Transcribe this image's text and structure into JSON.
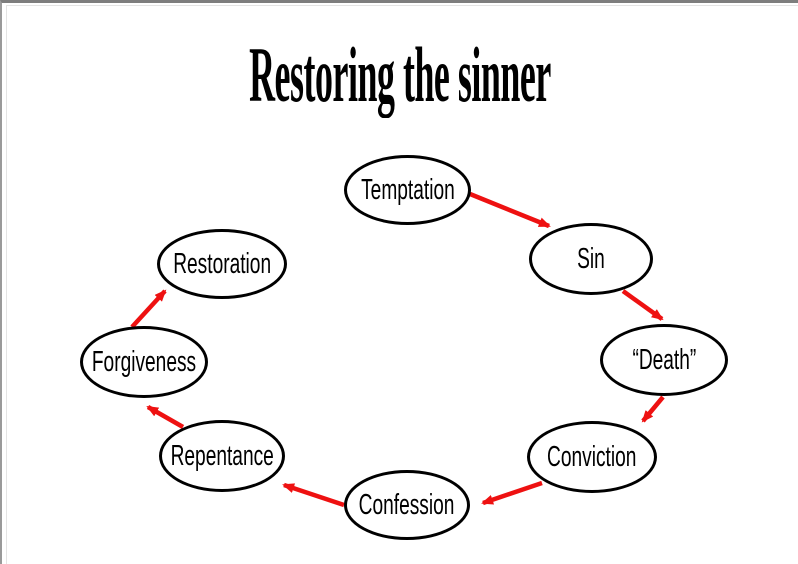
{
  "slide": {
    "title": "Restoring the sinner",
    "background_color": "#ffffff",
    "frame_color": "#7e7e7e"
  },
  "diagram": {
    "type": "cycle",
    "arrow_color": "#ee1111",
    "node_border_color": "#000000",
    "node_fill_color": "#ffffff",
    "nodes": [
      {
        "id": "temptation",
        "label": "Temptation"
      },
      {
        "id": "sin",
        "label": "Sin"
      },
      {
        "id": "death",
        "label": "“Death”"
      },
      {
        "id": "conviction",
        "label": "Conviction"
      },
      {
        "id": "confession",
        "label": "Confession"
      },
      {
        "id": "repentance",
        "label": "Repentance"
      },
      {
        "id": "forgiveness",
        "label": "Forgiveness"
      },
      {
        "id": "restoration",
        "label": "Restoration"
      }
    ],
    "edges": [
      {
        "from": "temptation",
        "to": "sin"
      },
      {
        "from": "sin",
        "to": "death"
      },
      {
        "from": "death",
        "to": "conviction"
      },
      {
        "from": "conviction",
        "to": "confession"
      },
      {
        "from": "confession",
        "to": "repentance"
      },
      {
        "from": "repentance",
        "to": "forgiveness"
      },
      {
        "from": "forgiveness",
        "to": "restoration"
      }
    ]
  }
}
